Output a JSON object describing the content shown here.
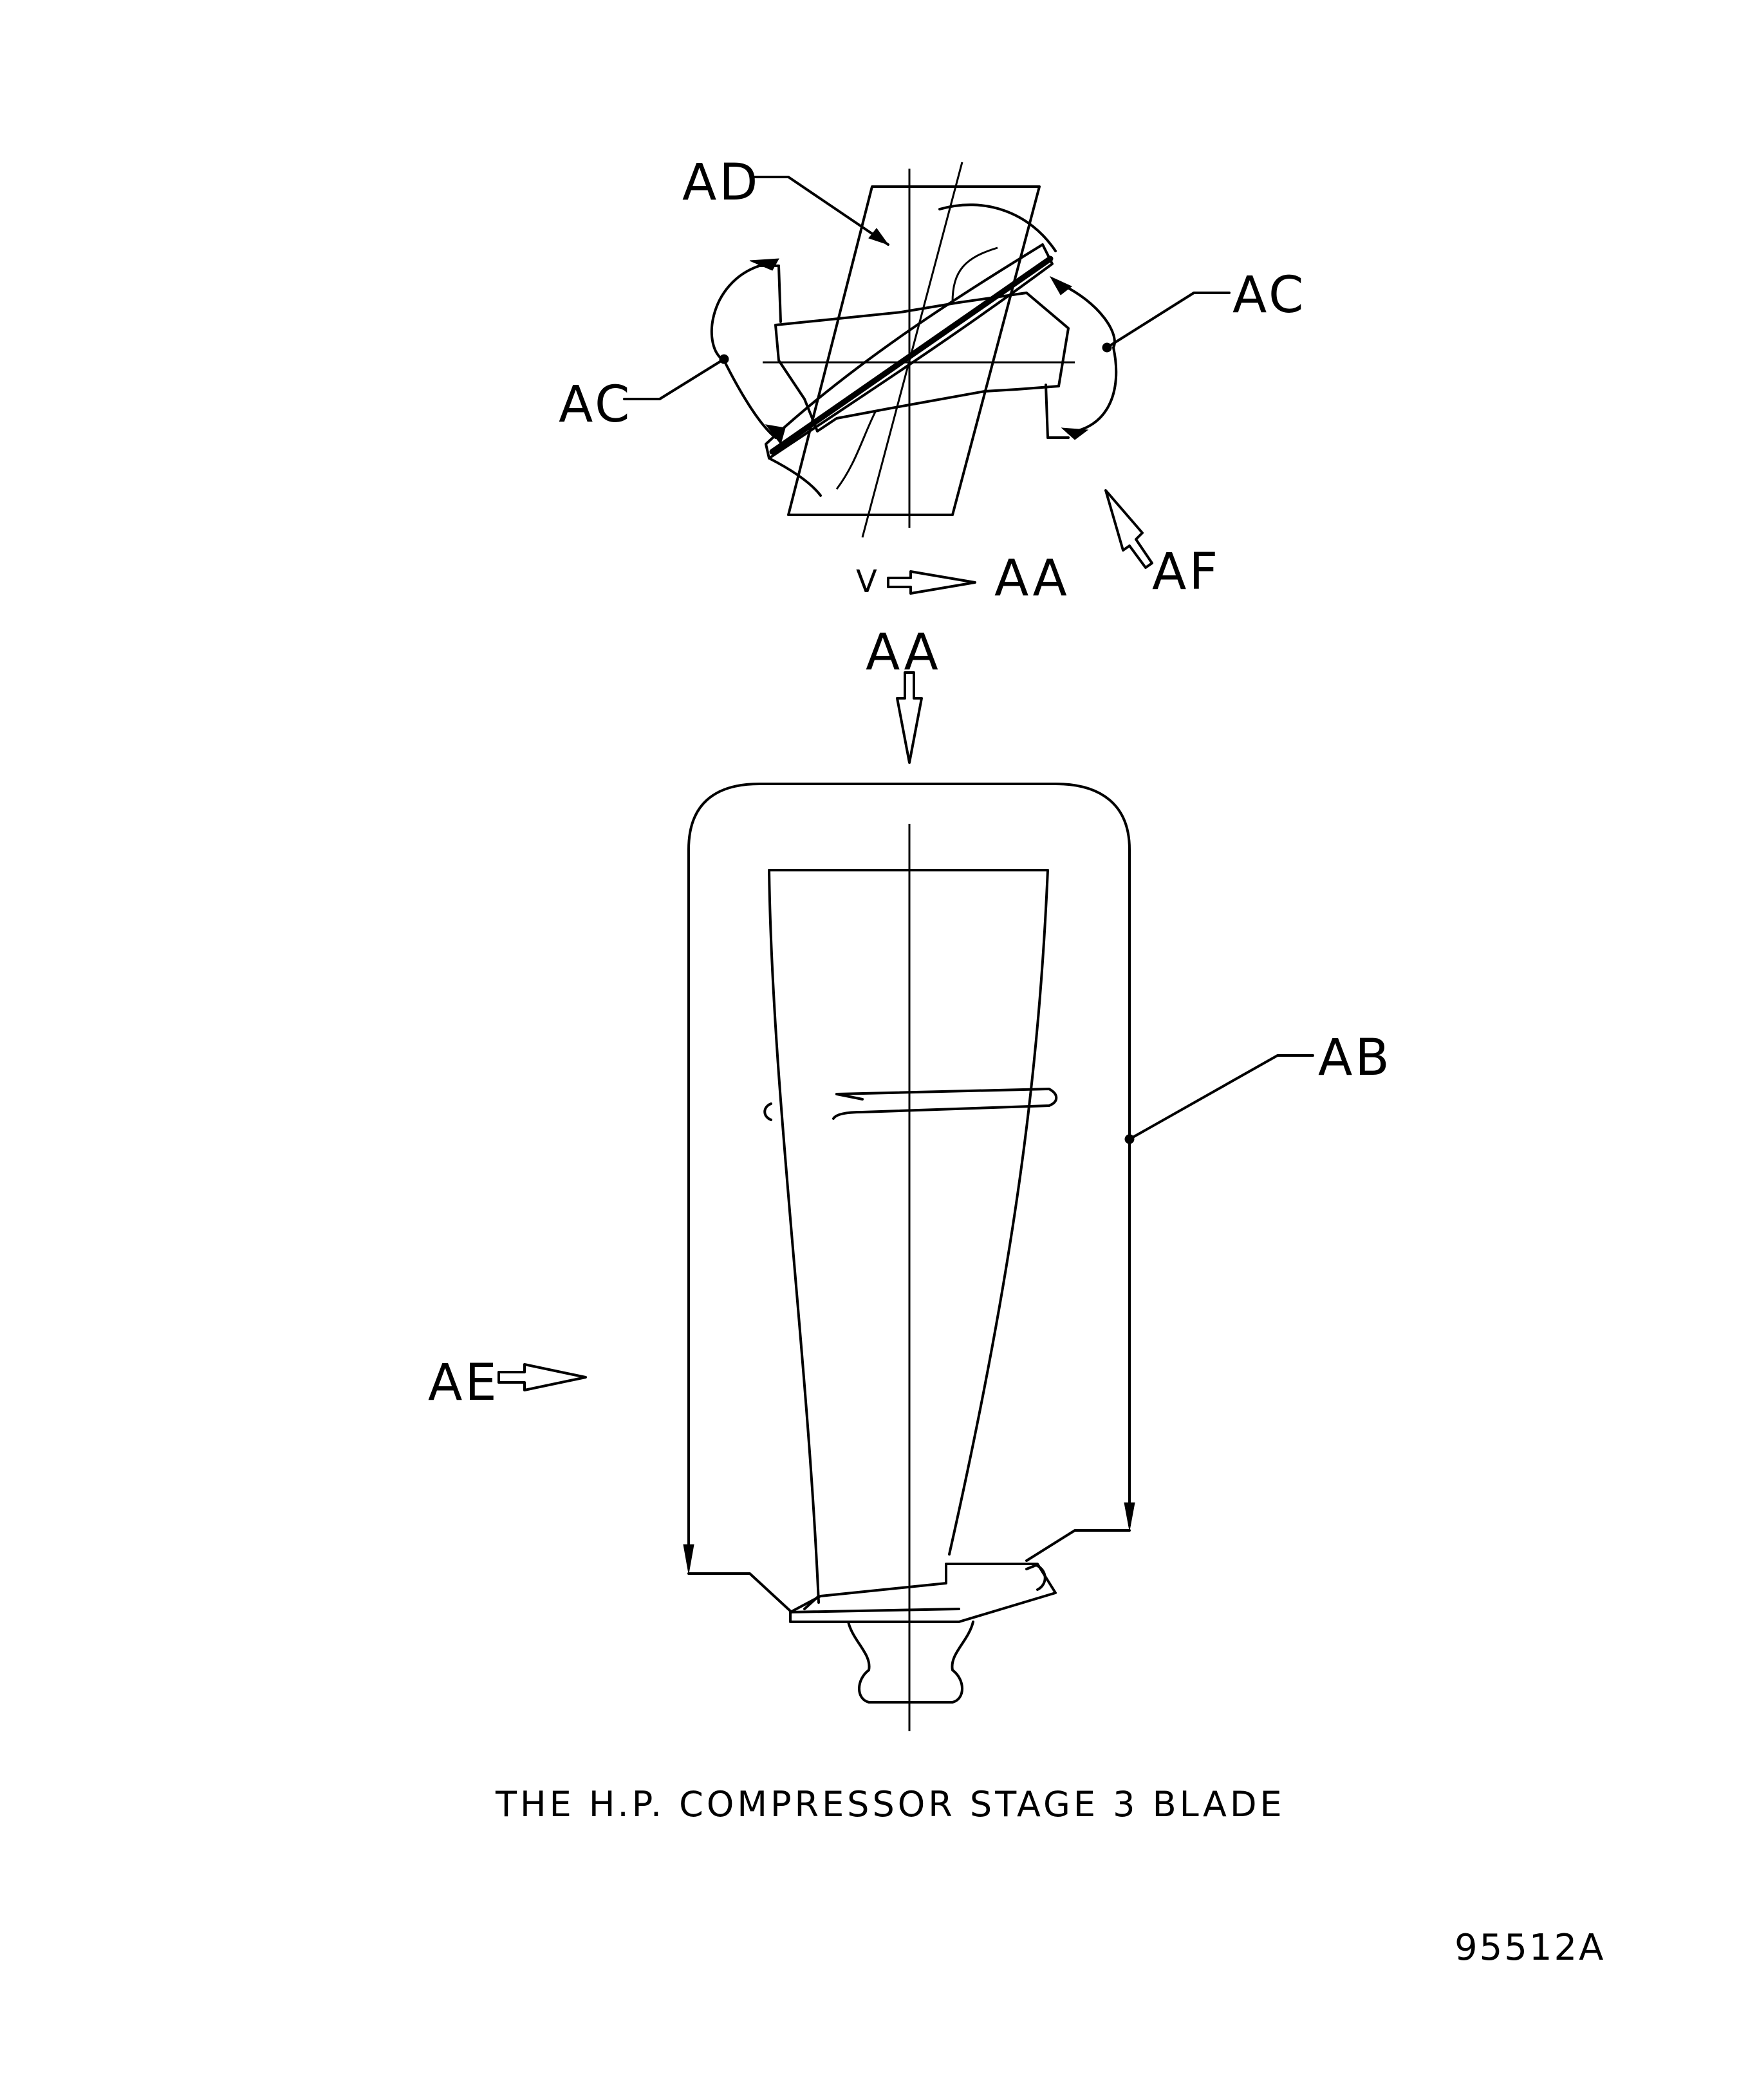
{
  "labels": {
    "ad": "AD",
    "ac_right": "AC",
    "ac_left": "AC",
    "af": "AF",
    "v": "V",
    "aa_side": "AA",
    "aa_top": "AA",
    "ab": "AB",
    "ae": "AE"
  },
  "caption": "THE H.P. COMPRESSOR STAGE 3 BLADE",
  "figure_ref": "95512A"
}
